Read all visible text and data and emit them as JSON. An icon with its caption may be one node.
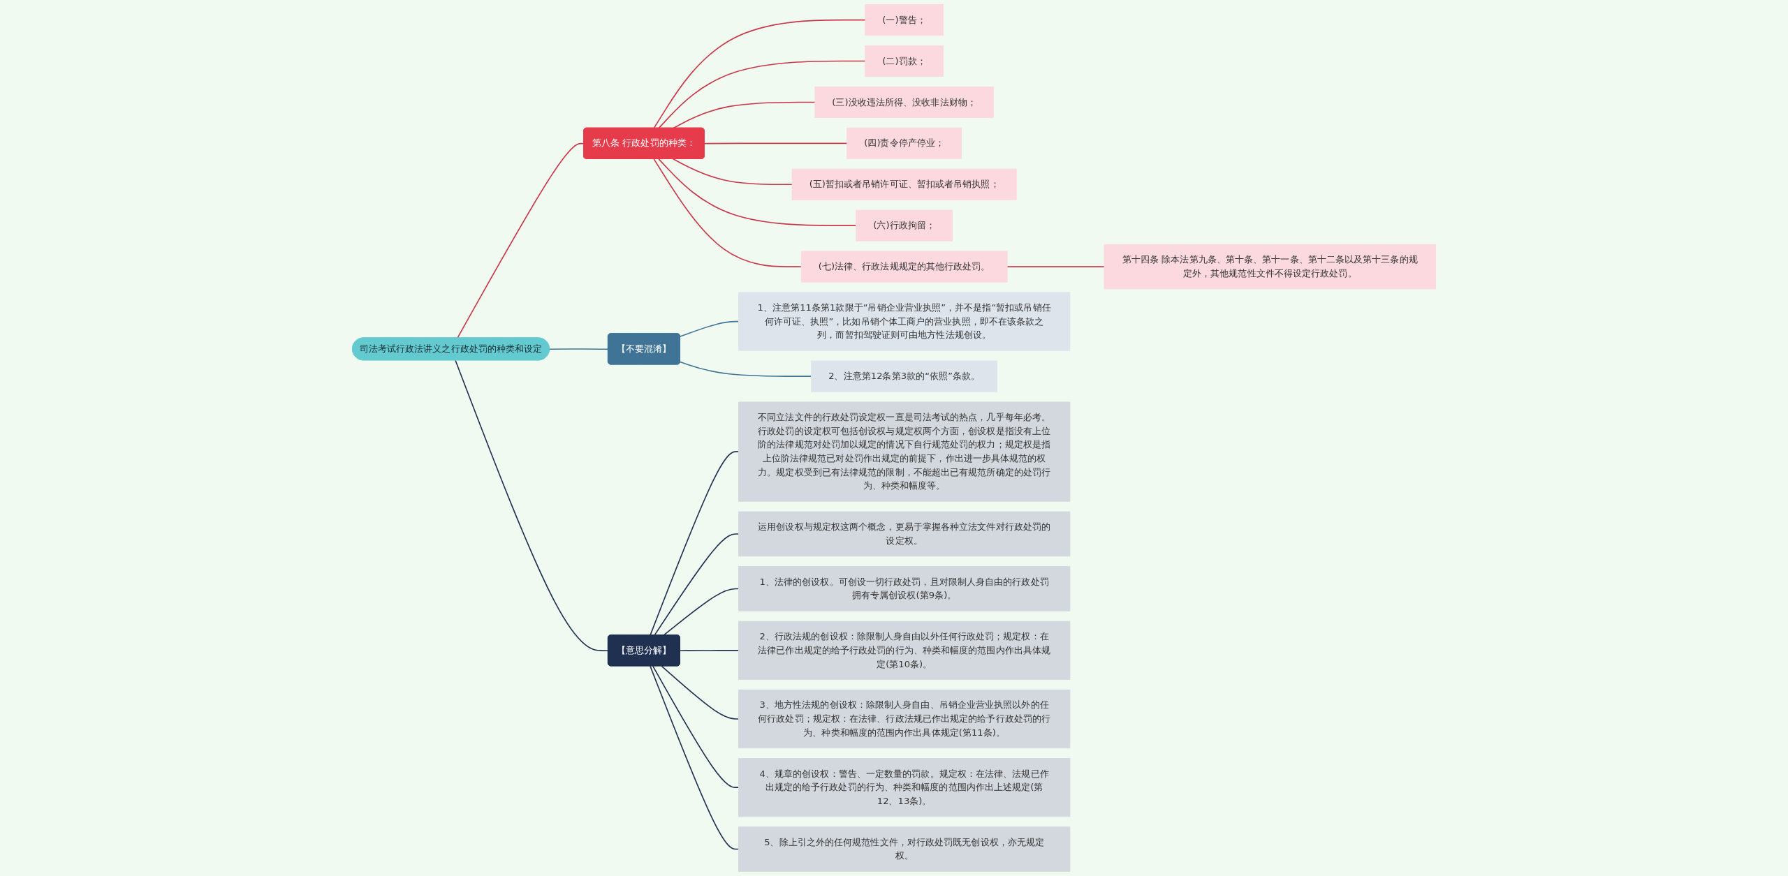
{
  "diagram": {
    "nodes": [
      {
        "text": [
          "司法考试行政法讲义之行政处罚的种类和设定"
        ]
      },
      {
        "text": [
          "第八条 行政处罚的种类："
        ]
      },
      {
        "text": [
          "(一)警告；"
        ]
      },
      {
        "text": [
          "(二)罚款；"
        ]
      },
      {
        "text": [
          "(三)没收违法所得、没收非法财物；"
        ]
      },
      {
        "text": [
          "(四)责令停产停业；"
        ]
      },
      {
        "text": [
          "(五)暂扣或者吊销许可证、暂扣或者吊销执照；"
        ]
      },
      {
        "text": [
          "(六)行政拘留；"
        ]
      },
      {
        "text": [
          "(七)法律、行政法规规定的其他行政处罚。"
        ]
      },
      {
        "text": [
          "第十四条 除本法第九条、第十条、第十一条、第十二条以及第十三条的规定外，其他规范性文件不得设定行政处罚。"
        ]
      },
      {
        "text": [
          "【不要混淆】"
        ]
      },
      {
        "text": [
          "1、注意第11条第1款限于“吊销企业营业执照”，并不是指“暂扣或吊销任何许可证、执照”，比如吊销个体工商户的营业执照，即不在该条款之列，而暂扣驾驶证则可由地方性法规创设。"
        ]
      },
      {
        "text": [
          "2、注意第12条第3款的“依照”条款。"
        ]
      },
      {
        "text": [
          "【意思分解】"
        ]
      },
      {
        "text": [
          "不同立法文件的行政处罚设定权一直是司法考试的热点，几乎每年必考。行政处罚的设定权可包括创设权与规定权两个方面，创设权是指没有上位阶的法律规范对处罚加以规定的情况下自行规范处罚的权力；规定权是指上位阶法律规范已对处罚作出规定的前提下，作出进一步具体规范的权力。规定权受到已有法律规范的限制，不能超出已有规范所确定的处罚行为、种类和幅度等。"
        ]
      },
      {
        "text": [
          "运用创设权与规定权这两个概念，更易于掌握各种立法文件对行政处罚的设定权。"
        ]
      },
      {
        "text": [
          "1、法律的创设权。可创设一切行政处罚，且对限制人身自由的行政处罚拥有专属创设权(第9条)。"
        ]
      },
      {
        "text": [
          "2、行政法规的创设权：除限制人身自由以外任何行政处罚；规定权：在法律已作出规定的给予行政处罚的行为、种类和幅度的范围内作出具体规定(第10条)。"
        ]
      },
      {
        "text": [
          "3、地方性法规的创设权：除限制人身自由、吊销企业营业执照以外的任何行政处罚；规定权：在法律、行政法规已作出规定的给予行政处罚的行为、种类和幅度的范围内作出具体规定(第11条)。"
        ]
      },
      {
        "text": [
          "4、规章的创设权：警告、一定数量的罚款。规定权：在法律、法规已作出规定的给予行政处罚的行为、种类和幅度的范围内作出上述规定(第12、13条)。"
        ]
      },
      {
        "text": [
          "5、除上引之外的任何规范性文件，对行政处罚既无创设权，亦无规定权。"
        ]
      }
    ],
    "edges": [
      {
        "from": 0,
        "to": 1,
        "arrow": "none"
      },
      {
        "from": 1,
        "to": 2,
        "arrow": "none"
      },
      {
        "from": 1,
        "to": 3,
        "arrow": "none"
      },
      {
        "from": 1,
        "to": 4,
        "arrow": "none"
      },
      {
        "from": 1,
        "to": 5,
        "arrow": "none"
      },
      {
        "from": 1,
        "to": 6,
        "arrow": "none"
      },
      {
        "from": 1,
        "to": 7,
        "arrow": "none"
      },
      {
        "from": 1,
        "to": 8,
        "arrow": "none"
      },
      {
        "from": 8,
        "to": 9,
        "arrow": "none"
      },
      {
        "from": 0,
        "to": 10,
        "arrow": "none",
        "color": "#3f7496"
      },
      {
        "from": 10,
        "to": 11,
        "arrow": "none",
        "color": "#3f7496"
      },
      {
        "from": 10,
        "to": 12,
        "arrow": "none",
        "color": "#3f7496"
      },
      {
        "from": 0,
        "to": 13,
        "arrow": "none",
        "color": "#1f3050"
      },
      {
        "from": 13,
        "to": 14,
        "arrow": "none",
        "color": "#1f3050"
      },
      {
        "from": 13,
        "to": 15,
        "arrow": "none",
        "color": "#1f3050"
      },
      {
        "from": 13,
        "to": 16,
        "arrow": "none",
        "color": "#1f3050"
      },
      {
        "from": 13,
        "to": 17,
        "arrow": "none",
        "color": "#1f3050"
      },
      {
        "from": 13,
        "to": 18,
        "arrow": "none",
        "color": "#1f3050"
      },
      {
        "from": 13,
        "to": 19,
        "arrow": "none",
        "color": "#1f3050"
      },
      {
        "from": 13,
        "to": 20,
        "arrow": "none",
        "color": "#1f3050"
      }
    ]
  }
}
